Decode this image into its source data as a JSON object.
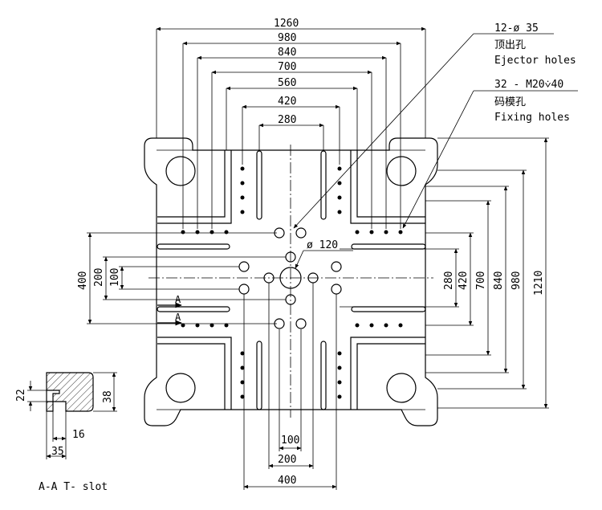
{
  "dims": {
    "top": [
      "1260",
      "980",
      "840",
      "700",
      "560",
      "420",
      "280"
    ],
    "bottom": [
      "100",
      "200",
      "400"
    ],
    "right": [
      "280",
      "420",
      "700",
      "840",
      "980",
      "1210"
    ],
    "left": [
      "400",
      "200",
      "100"
    ],
    "tslot": [
      "22",
      "38",
      "16",
      "35"
    ]
  },
  "labels": {
    "ejector_spec": "12-ø 35",
    "ejector_cn": "顶出孔",
    "ejector_en": "Ejector holes",
    "fixing_spec": "32 - M20⩒40",
    "fixing_cn": "码模孔",
    "fixing_en": "Fixing holes",
    "center_hole": "ø 120",
    "section_mark": "A",
    "tslot_caption": "A-A T- slot"
  }
}
